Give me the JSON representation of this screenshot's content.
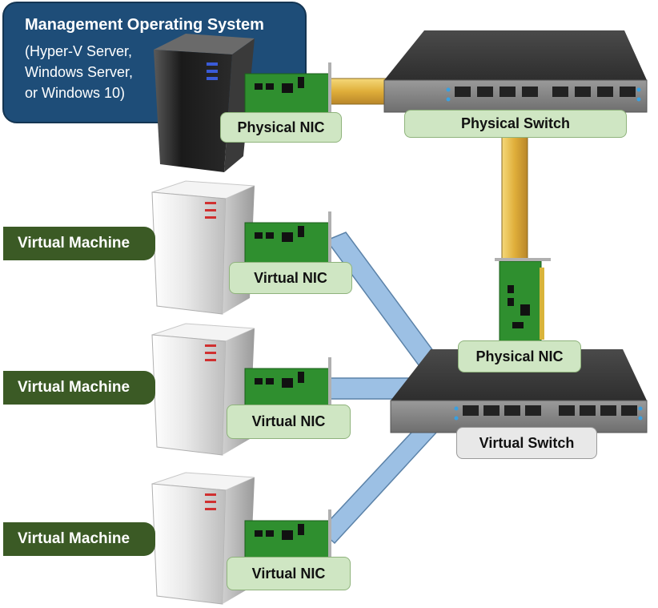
{
  "management": {
    "title": "Management Operating System",
    "lines": [
      "(Hyper-V Server,",
      "Windows Server,",
      "or Windows 10)"
    ]
  },
  "labels": {
    "physical_nic_host": "Physical NIC",
    "physical_switch": "Physical Switch",
    "physical_nic_vswitch": "Physical NIC",
    "virtual_switch": "Virtual Switch",
    "vm1": "Virtual Machine",
    "vm2": "Virtual Machine",
    "vm3": "Virtual Machine",
    "vnic1": "Virtual NIC",
    "vnic2": "Virtual NIC",
    "vnic3": "Virtual NIC"
  },
  "colors": {
    "management_box": "#1e4d78",
    "vm_label": "#3b5a25",
    "physical_cable": "#e0b84a",
    "virtual_cable": "#9cc0e4",
    "nic_board": "#2f8f2f",
    "label_green": "#cfe6c3",
    "label_gray": "#e8e8e8"
  },
  "icons": [
    "server-tower-dark-icon",
    "server-tower-light-icon",
    "network-switch-icon",
    "nic-card-icon"
  ]
}
